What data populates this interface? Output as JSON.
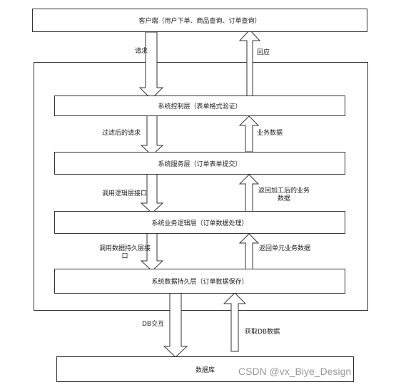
{
  "client": "客户端（用户下单、商品查询、订单查询）",
  "layers": {
    "control": "系统控制层（表单格式验证）",
    "service": "系统服务层（订单表单提交）",
    "logic": "系统业务逻辑层（订单数据处理）",
    "persistence": "系统数据持久层（订单数据保存）"
  },
  "database": "数据库",
  "labels": {
    "request": "请求",
    "response": "回应",
    "filtered_request": "过滤后的请求",
    "business_data": "业务数据",
    "call_logic_interface": "调用逻辑层接口",
    "return_processed_data": "返回加工后的业务数据",
    "call_persistence_interface": "调用数据持久层接口",
    "return_unit_data": "返回单元业务数据",
    "db_interaction": "DB交互",
    "fetch_db_data": "获取DB数据"
  },
  "watermark": "CSDN @vx_Biye_Design"
}
